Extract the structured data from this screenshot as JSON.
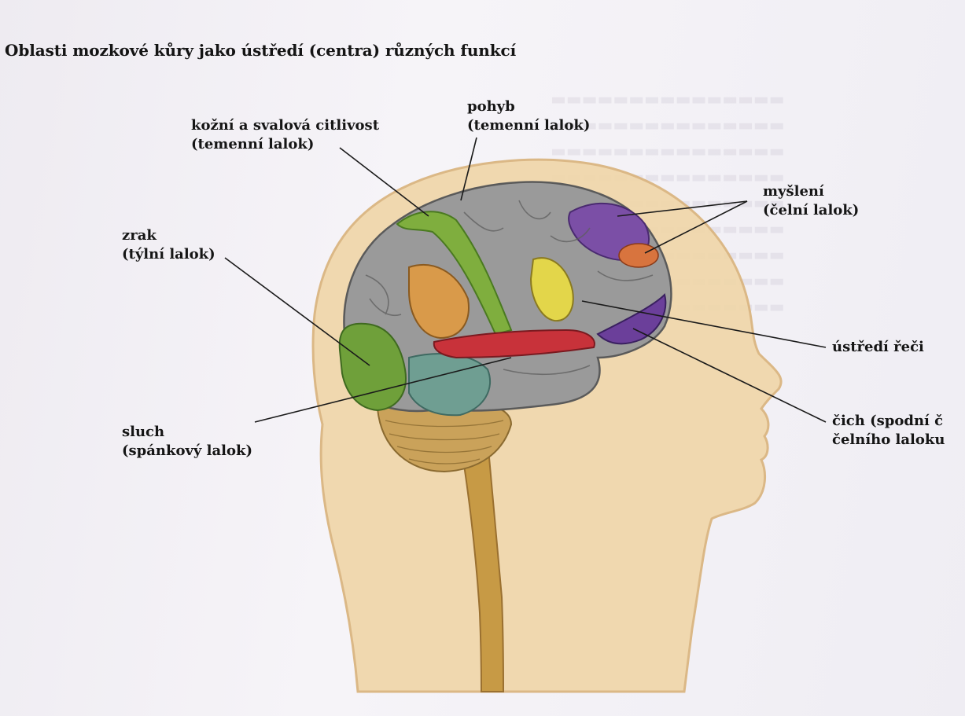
{
  "title": "Oblasti mozkové kůry jako ústředí (centra) různých funkcí",
  "labels": {
    "pohyb": {
      "line1": "pohyb",
      "line2": "(temenní lalok)"
    },
    "kozni": {
      "line1": "kožní a svalová citlivost",
      "line2": "(temenní lalok)"
    },
    "mysleni": {
      "line1": "myšlení",
      "line2": "(čelní lalok)"
    },
    "zrak": {
      "line1": "zrak",
      "line2": "(týlní lalok)"
    },
    "ustredi_reci": {
      "line1": "ústředí řeči"
    },
    "cich": {
      "line1": "čich (spodní č",
      "line2": "čelního laloku"
    },
    "sluch": {
      "line1": "sluch",
      "line2": "(spánkový lalok)"
    }
  },
  "colors": {
    "background": "#f4f2f6",
    "head": "#f0d6a8",
    "head_outline": "#d9b27a",
    "brain_gray": "#9a9a9a",
    "frontal_purple": "#7b4fa6",
    "red_band": "#c8323a",
    "yellow": "#e3d64a",
    "green": "#6fa03a",
    "teal": "#6f9e92",
    "orange": "#d99a4a",
    "cerebellum": "#caa25a",
    "spinal_cord": "#c79a45"
  }
}
